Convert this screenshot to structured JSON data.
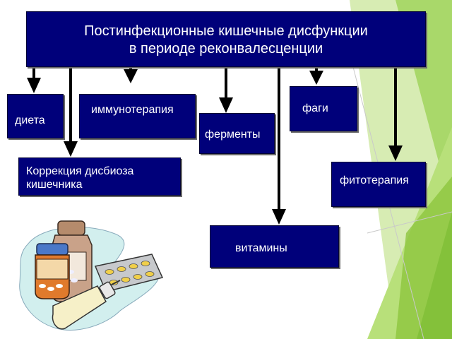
{
  "diagram": {
    "title_line1": "Постинфекционные кишечные дисфункции",
    "title_line2": "в периоде реконвалесценции",
    "boxes": {
      "dieta": "диета",
      "immunotherapy": "иммунотерапия",
      "enzymes": "ферменты",
      "phages": "фаги",
      "dysbiosis_line1": "Коррекция дисбиоза",
      "dysbiosis_line2": "кишечника",
      "phytotherapy": "фитотерапия",
      "vitamins": "витамины"
    }
  },
  "colors": {
    "box_fill": "#00007a",
    "box_text": "#ffffff",
    "arrow": "#000000",
    "background_accent": "#8dc63f"
  },
  "icons": [
    "medicine-bottles-clipart"
  ]
}
